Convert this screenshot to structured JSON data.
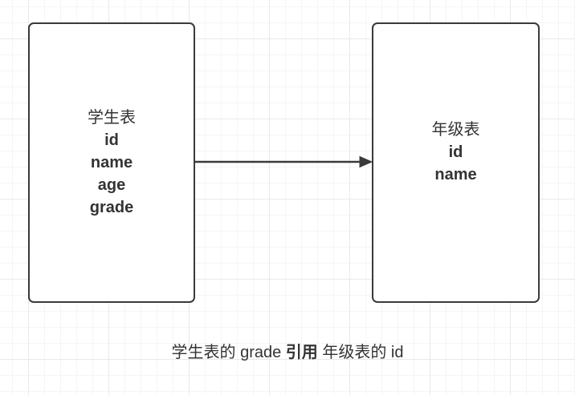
{
  "diagram": {
    "left_table": {
      "title": "学生表",
      "fields": [
        "id",
        "name",
        "age",
        "grade"
      ]
    },
    "right_table": {
      "title": "年级表",
      "fields": [
        "id",
        "name"
      ]
    },
    "caption": {
      "prefix": "学生表的 grade ",
      "bold": "引用",
      "suffix": " 年级表的 id"
    }
  },
  "colors": {
    "stroke": "#3a3a3a",
    "text": "#333333",
    "grid_minor": "#f5f5f5",
    "grid_major": "#e9e9e9",
    "canvas_background": "#ffffff",
    "node_background": "#ffffff"
  }
}
